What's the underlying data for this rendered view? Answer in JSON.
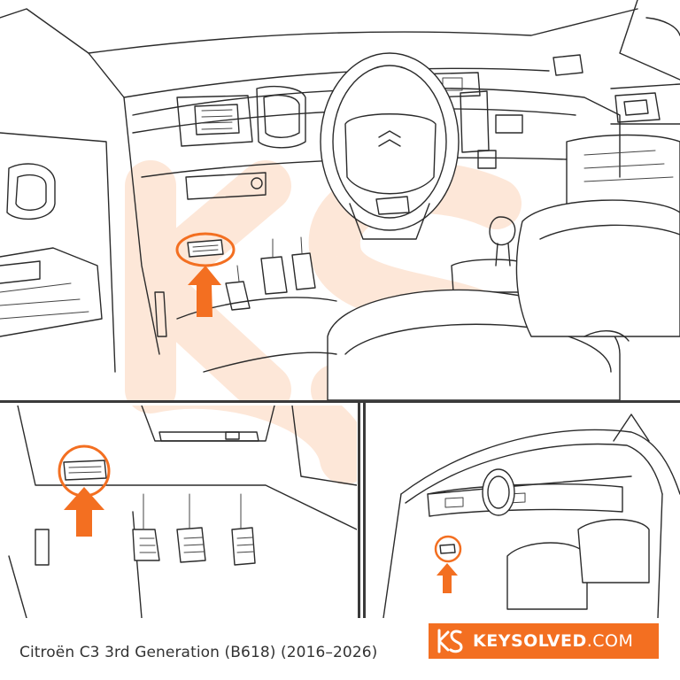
{
  "caption": "Citroën C3 3rd Generation (B618) (2016–2026)",
  "brand": {
    "name_bold": "KEYSOLVED",
    "name_suffix": ".COM",
    "color": "#f36f21",
    "logo_icon": "ks-logo-icon"
  },
  "accent_color": "#f36f21",
  "panels": {
    "main": {
      "icon": "car-interior-overview",
      "marker": "obd-port-arrow-icon"
    },
    "bottom_left": {
      "icon": "obd-port-closeup",
      "marker": "obd-port-arrow-icon"
    },
    "bottom_right": {
      "icon": "driver-door-view",
      "marker": "obd-port-arrow-icon"
    }
  }
}
